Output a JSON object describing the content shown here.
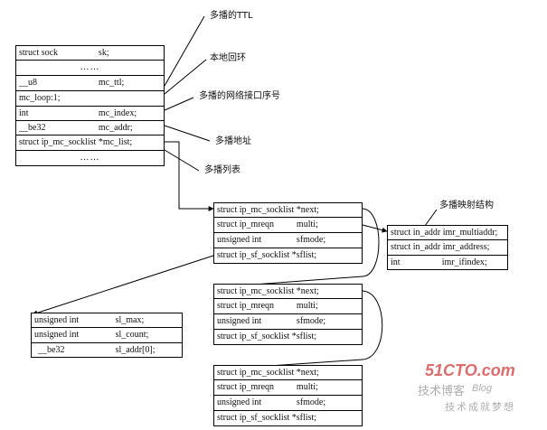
{
  "sock_table": {
    "rows": [
      {
        "type": "struct sock",
        "name": "sk;"
      },
      {
        "dots": "……"
      },
      {
        "type": "__u8",
        "name": "mc_ttl;"
      },
      {
        "type": "mc_loop:1;",
        "name": ""
      },
      {
        "type": "int",
        "name": "mc_index;"
      },
      {
        "type": "__be32",
        "name": "mc_addr;"
      },
      {
        "type": "struct ip_mc_socklist",
        "name": "*mc_list;"
      },
      {
        "dots": "……"
      }
    ]
  },
  "annotations": {
    "ttl": "多播的TTL",
    "loopback": "本地回环",
    "if_index": "多播的网络接口序号",
    "addr": "多播地址",
    "list": "多播列表",
    "mreqn": "多播映射结构"
  },
  "socklist_nodes": [
    {
      "rows": [
        {
          "type": "struct ip_mc_socklist *next;",
          "name": ""
        },
        {
          "type": "struct ip_mreqn",
          "name": "multi;"
        },
        {
          "type": "unsigned int",
          "name": "sfmode;"
        },
        {
          "type": "struct ip_sf_socklist *sflist;",
          "name": ""
        }
      ]
    },
    {
      "rows": [
        {
          "type": "struct ip_mc_socklist *next;",
          "name": ""
        },
        {
          "type": "struct ip_mreqn",
          "name": "multi;"
        },
        {
          "type": "unsigned int",
          "name": "sfmode;"
        },
        {
          "type": "struct ip_sf_socklist *sflist;",
          "name": ""
        }
      ]
    },
    {
      "rows": [
        {
          "type": "struct ip_mc_socklist *next;",
          "name": ""
        },
        {
          "type": "struct ip_mreqn",
          "name": "multi;"
        },
        {
          "type": "unsigned int",
          "name": "sfmode;"
        },
        {
          "type": "struct ip_sf_socklist *sflist;",
          "name": ""
        }
      ]
    }
  ],
  "mreqn_table": {
    "rows": [
      {
        "type": "struct in_addr imr_multiaddr;",
        "name": ""
      },
      {
        "type": "struct in_addr imr_address;",
        "name": ""
      },
      {
        "type": "int",
        "name": "imr_ifindex;"
      }
    ]
  },
  "sf_table": {
    "rows": [
      {
        "type": "unsigned int",
        "name": "sl_max;"
      },
      {
        "type": "unsigned int",
        "name": "sl_count;"
      },
      {
        "type": "__be32",
        "name": "sl_addr[0];"
      }
    ]
  },
  "watermark": {
    "brand": "51CTO.com",
    "cn": "技术博客",
    "blog": "Blog",
    "slogan": "技术成就梦想"
  },
  "colors": {
    "line": "#000000",
    "watermark_red": "#d23c3c",
    "watermark_gray": "#9a9a9a"
  }
}
